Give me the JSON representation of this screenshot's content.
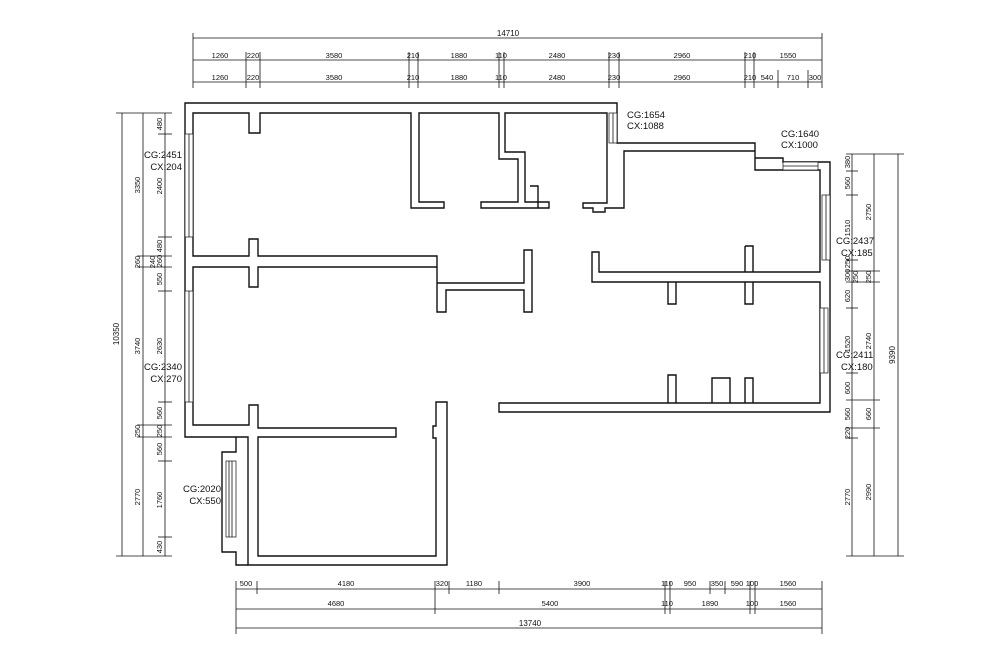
{
  "top": {
    "total": "14710",
    "row1": [
      "1260",
      "220",
      "3580",
      "210",
      "1880",
      "110",
      "2480",
      "230",
      "2960",
      "210",
      "1550"
    ],
    "row2": [
      "1260",
      "220",
      "3580",
      "210",
      "1880",
      "110",
      "2480",
      "230",
      "2960",
      "210",
      "540",
      "710",
      "300"
    ]
  },
  "bottom": {
    "total": "13740",
    "row1": [
      "500",
      "4180",
      "320",
      "1180",
      "3900",
      "110",
      "950",
      "350",
      "590",
      "100",
      "1560"
    ],
    "row2": [
      "4680",
      "5400",
      "110",
      "1890",
      "100",
      "1560"
    ]
  },
  "left": {
    "total": "10350",
    "mid": [
      "3350",
      "260",
      "3740",
      "250",
      "2770"
    ],
    "inner": [
      "480",
      "2400",
      "480",
      "260",
      "550",
      "2630",
      "560",
      "250",
      "560",
      "1760",
      "430"
    ],
    "inner_extra": [
      "240"
    ]
  },
  "right": {
    "total": "9390",
    "mid": [
      "2750",
      "250",
      "2740",
      "660",
      "2990"
    ],
    "inner": [
      "380",
      "560",
      "1510",
      "250",
      "300",
      "620",
      "1520",
      "600",
      "560",
      "220",
      "2770"
    ],
    "inner_extra": [
      "250"
    ]
  },
  "annotations": {
    "a1": [
      "CG:1654",
      "CX:1088"
    ],
    "a2": [
      "CG:1640",
      "CX:1000"
    ],
    "a3": [
      "CG:2451",
      "CX:204"
    ],
    "a4": [
      "CG:2437",
      "CX:185"
    ],
    "a5": [
      "CG:2340",
      "CX:270"
    ],
    "a6": [
      "CG:2411",
      "CX:180"
    ],
    "a7": [
      "CG:2020",
      "CX:550"
    ]
  }
}
